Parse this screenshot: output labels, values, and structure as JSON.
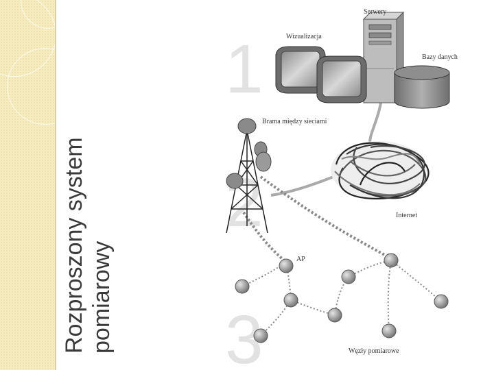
{
  "slide": {
    "title_line1": "Rozproszony system",
    "title_line2": "pomiarowy"
  },
  "diagram": {
    "step_numbers": [
      "1",
      "2",
      "3"
    ],
    "labels": {
      "serwery": "Serwery",
      "wizualizacja": "Wizualizacja",
      "bazy_danych": "Bazy danych",
      "brama": "Brama między sieciami",
      "internet": "Internet",
      "ap": "AP",
      "wezly": "Węzły pomiarowe"
    }
  },
  "colors": {
    "side_band": "#f6ecc0",
    "title_text": "#3a3a3a",
    "step_number": "#e2e2e2",
    "node": "#9a9a9a"
  }
}
